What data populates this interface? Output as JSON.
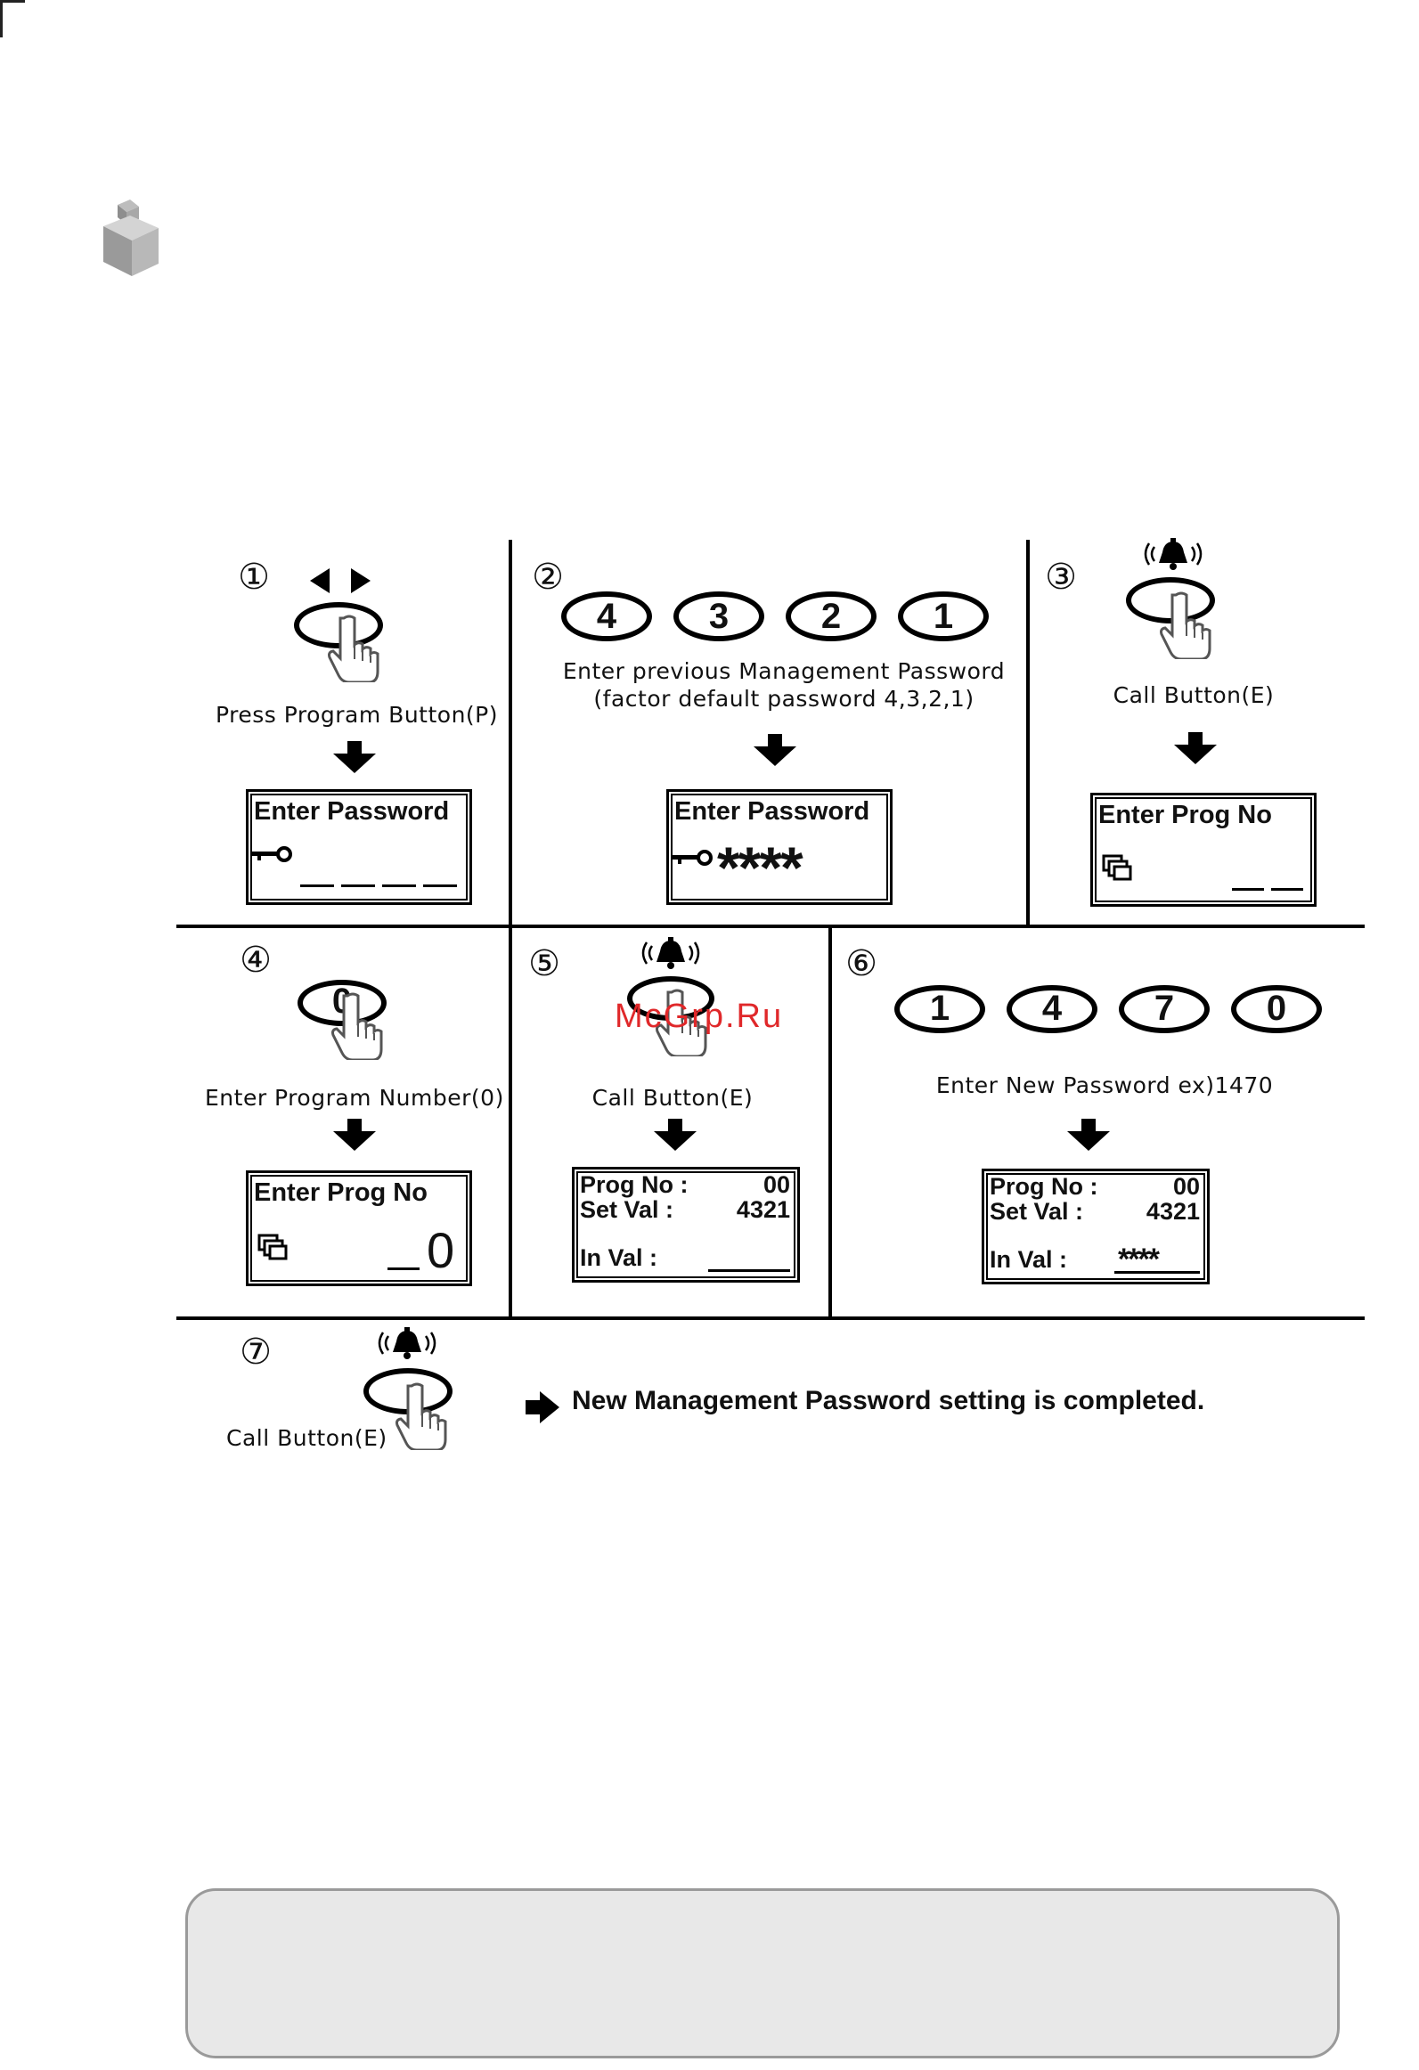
{
  "steps": {
    "s1": {
      "num": "①",
      "caption": "Press Program Button(P)",
      "lcd_title": "Enter Password"
    },
    "s2": {
      "num": "②",
      "digits": [
        "4",
        "3",
        "2",
        "1"
      ],
      "caption1": "Enter previous Management Password",
      "caption2": "(factor default password 4,3,2,1)",
      "lcd_title": "Enter Password",
      "lcd_value": "****"
    },
    "s3": {
      "num": "③",
      "caption": "Call Button(E)",
      "lcd_title": "Enter Prog  No"
    },
    "s4": {
      "num": "④",
      "key": "0",
      "caption": "Enter Program Number(0)",
      "lcd_title": "Enter Prog  No",
      "lcd_value": "0"
    },
    "s5": {
      "num": "⑤",
      "caption": "Call Button(E)",
      "lcd_row1_label": "Prog No :",
      "lcd_row1_value": "00",
      "lcd_row2_label": "Set  Val  :",
      "lcd_row2_value": "4321",
      "lcd_row3_label": "In Val :"
    },
    "s6": {
      "num": "⑥",
      "digits": [
        "1",
        "4",
        "7",
        "0"
      ],
      "caption": "Enter New Password  ex)1470",
      "lcd_row1_label": "Prog No :",
      "lcd_row1_value": "00",
      "lcd_row2_label": "Set  Val  :",
      "lcd_row2_value": "4321",
      "lcd_row3_label": "In Val :",
      "lcd_row3_value": "****"
    },
    "s7": {
      "num": "⑦",
      "caption": "Call Button(E)",
      "result": "New Management Password setting is completed."
    }
  },
  "watermark": "McGrp.Ru",
  "icons": [
    "cube-icon",
    "hand-press-icon",
    "bell-icon",
    "key-icon",
    "program-icon",
    "arrow-left-right-icon",
    "arrow-down-icon",
    "arrow-right-icon"
  ]
}
